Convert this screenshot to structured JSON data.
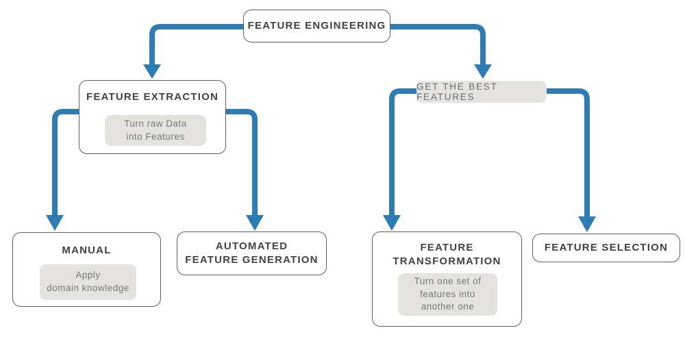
{
  "colors": {
    "accent_blue": "#2f7cb5",
    "box_border": "#5d5e60",
    "title_text": "#414042",
    "note_background": "#e4e3df",
    "note_text": "#76777a"
  },
  "nodes": {
    "root": {
      "label": "FEATURE ENGINEERING"
    },
    "extraction": {
      "label": "FEATURE EXTRACTION",
      "note_lines": [
        "Turn raw Data",
        "into Features"
      ]
    },
    "best_features": {
      "label": "GET THE BEST FEATURES"
    },
    "manual": {
      "label": "MANUAL",
      "note_lines": [
        "Apply",
        "domain knowledge"
      ]
    },
    "automated": {
      "label_lines": [
        "AUTOMATED",
        "FEATURE GENERATION"
      ]
    },
    "transformation": {
      "label_lines": [
        "FEATURE",
        "TRANSFORMATION"
      ],
      "note_lines": [
        "Turn one set of",
        "features into",
        "another one"
      ]
    },
    "selection": {
      "label": "FEATURE SELECTION"
    }
  }
}
